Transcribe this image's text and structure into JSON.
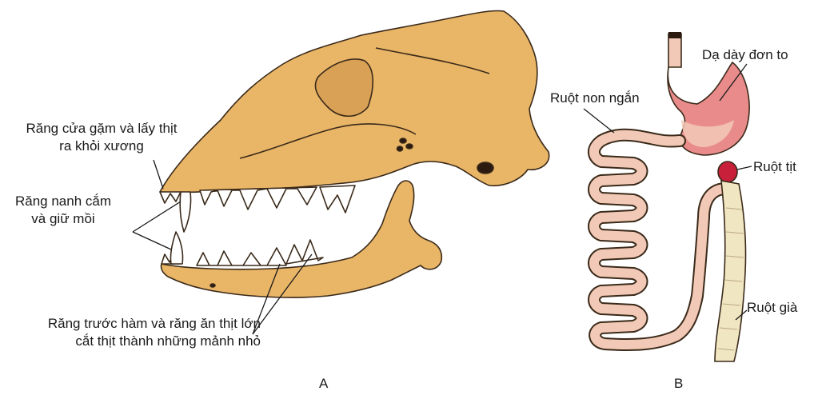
{
  "panel_a": {
    "label": "A",
    "callouts": {
      "incisors": [
        "Răng cửa gặm và lấy thịt",
        "ra khỏi xương"
      ],
      "canines": [
        "Răng nanh cắm",
        "và giữ mồi"
      ],
      "premolars": [
        "Răng trước hàm và răng ăn thịt lớn",
        "cắt thịt thành những mảnh nhỏ"
      ]
    }
  },
  "panel_b": {
    "label": "B",
    "callouts": {
      "stomach": "Dạ dày đơn to",
      "small_intestine": "Ruột non ngắn",
      "caecum": "Ruột tịt",
      "large_intestine": "Ruột già"
    }
  },
  "colors": {
    "bone": "#E9B567",
    "bone_outline": "#3a2a1a",
    "tooth": "#ffffff",
    "intestine": "#F2C9B6",
    "stomach": "#E98B8B",
    "caecum": "#C8203A",
    "colon": "#F1E6C2"
  }
}
